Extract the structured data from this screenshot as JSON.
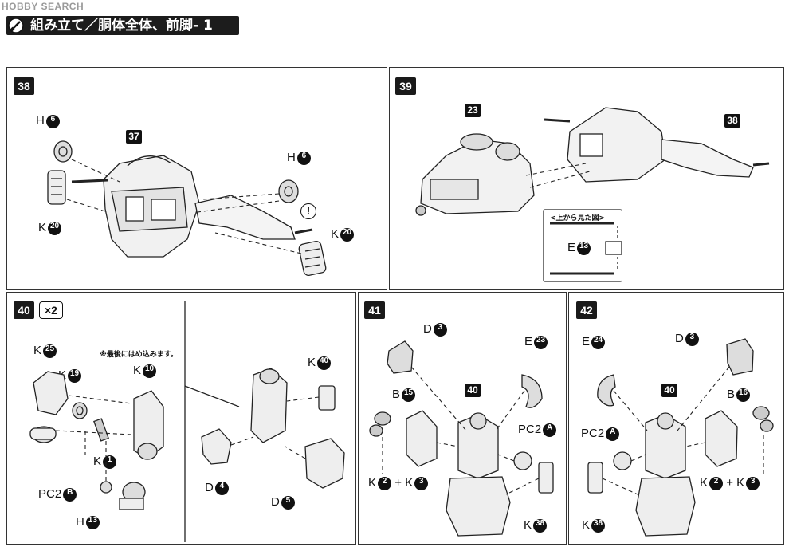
{
  "watermark": "HOBBY SEARCH",
  "title": "組み立て／胴体全体、前脚- 1",
  "steps": {
    "s38": {
      "num": "38",
      "parts": [
        {
          "letter": "H",
          "num": "6"
        },
        {
          "letter": "K",
          "num": "20"
        },
        {
          "letter": "H",
          "num": "6"
        },
        {
          "letter": "K",
          "num": "20"
        }
      ],
      "ref": "37",
      "caution": "!"
    },
    "s39": {
      "num": "39",
      "refs": [
        "23",
        "38"
      ],
      "inset_title": "<上から見た図>",
      "inset_part": {
        "letter": "E",
        "num": "13"
      }
    },
    "s40": {
      "num": "40",
      "multiplier": "×2",
      "note": "※最後にはめ込みます。",
      "parts": [
        {
          "letter": "K",
          "num": "25"
        },
        {
          "letter": "K",
          "num": "19"
        },
        {
          "letter": "K",
          "num": "10"
        },
        {
          "letter": "K",
          "num": "1"
        },
        {
          "letter": "PC2",
          "num": "B"
        },
        {
          "letter": "H",
          "num": "13"
        },
        {
          "letter": "K",
          "num": "40"
        },
        {
          "letter": "D",
          "num": "4"
        },
        {
          "letter": "D",
          "num": "5"
        }
      ]
    },
    "s41": {
      "num": "41",
      "ref": "40",
      "parts": [
        {
          "letter": "D",
          "num": "3"
        },
        {
          "letter": "E",
          "num": "23"
        },
        {
          "letter": "B",
          "num": "15"
        },
        {
          "letter": "PC2",
          "num": "A"
        },
        {
          "letter": "K",
          "num": "38"
        }
      ],
      "combo": {
        "a_letter": "K",
        "a_num": "2",
        "plus": "+",
        "b_letter": "K",
        "b_num": "3"
      }
    },
    "s42": {
      "num": "42",
      "ref": "40",
      "parts": [
        {
          "letter": "E",
          "num": "24"
        },
        {
          "letter": "D",
          "num": "3"
        },
        {
          "letter": "B",
          "num": "16"
        },
        {
          "letter": "PC2",
          "num": "A"
        },
        {
          "letter": "K",
          "num": "38"
        }
      ],
      "combo": {
        "a_letter": "K",
        "a_num": "2",
        "plus": "+",
        "b_letter": "K",
        "b_num": "3"
      }
    }
  }
}
